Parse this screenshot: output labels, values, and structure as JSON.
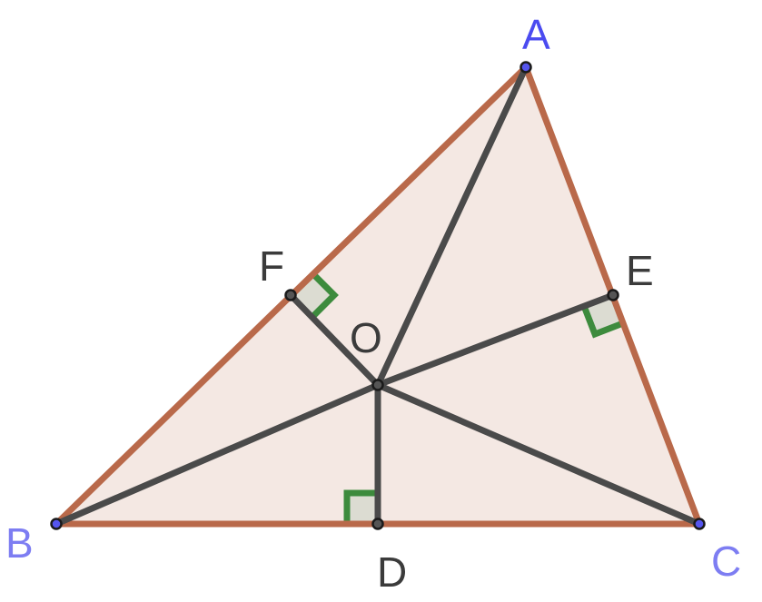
{
  "diagram": {
    "labels": {
      "A": "A",
      "B": "B",
      "C": "C",
      "D": "D",
      "E": "E",
      "F": "F",
      "O": "O"
    },
    "colors": {
      "triangle_fill": "#f4e8e3",
      "triangle_edge": "#b9694a",
      "inner_segments": "#4a4a4a",
      "right_angle_stroke": "#3d8b3d",
      "right_angle_fill": "#dcdcd2",
      "vertex_point_fill": "#5555ee",
      "foot_point_fill": "#555555",
      "label_blue": "#4b4bf0",
      "label_light_blue": "#7d7df2",
      "label_dark": "#3b3b3b"
    }
  }
}
